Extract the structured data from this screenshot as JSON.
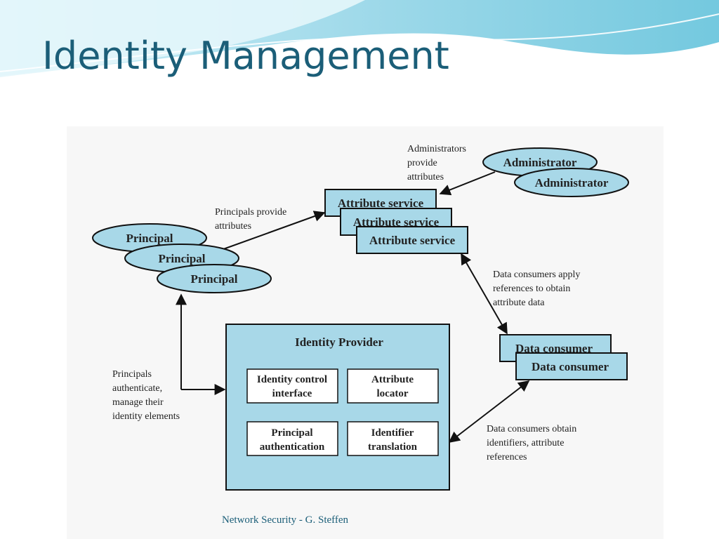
{
  "slide": {
    "title": "Identity Management",
    "footer": "Network Security - G. Steffen"
  },
  "diagram": {
    "administrators": [
      "Administrator",
      "Administrator"
    ],
    "attribute_services": [
      "Attribute service",
      "Attribute service",
      "Attribute service"
    ],
    "principals": [
      "Principal",
      "Principal",
      "Principal"
    ],
    "identity_provider": {
      "title": "Identity Provider",
      "components": [
        [
          "Identity control",
          "interface"
        ],
        [
          "Attribute",
          "locator"
        ],
        [
          "Principal",
          "authentication"
        ],
        [
          "Identifier",
          "translation"
        ]
      ]
    },
    "data_consumers": [
      "Data consumer",
      "Data consumer"
    ],
    "annotations": {
      "admins_provide": [
        "Administrators",
        "provide",
        "attributes"
      ],
      "principals_provide": [
        "Principals provide",
        "attributes"
      ],
      "consumers_apply": [
        "Data consumers apply",
        "references to obtain",
        "attribute data"
      ],
      "principals_authenticate": [
        "Principals",
        "authenticate,",
        "manage their",
        "identity elements"
      ],
      "consumers_obtain": [
        "Data consumers obtain",
        "identifiers, attribute",
        "references"
      ]
    }
  },
  "colors": {
    "title": "#1b5e78",
    "node_fill": "#a8d8e8",
    "node_stroke": "#1a1a1a",
    "header_wave": "#7ec8de"
  }
}
